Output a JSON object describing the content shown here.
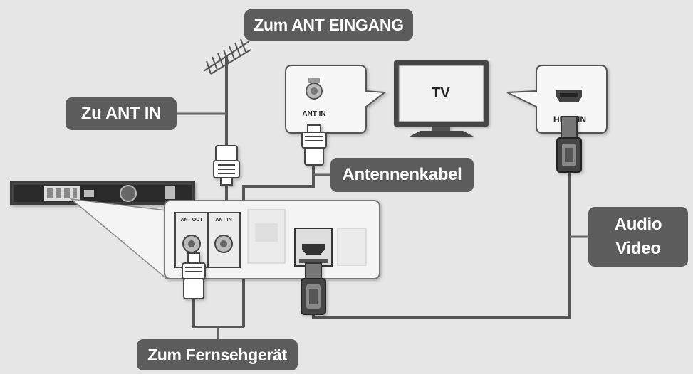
{
  "labels": {
    "ant_eingang": "Zum ANT EINGANG",
    "zu_ant_in": "Zu ANT IN",
    "antennenkabel": "Antennenkabel",
    "audio": "Audio",
    "video": "Video",
    "fernsehgeraet": "Zum Fernsehgerät"
  },
  "tv": {
    "label": "TV",
    "ant_in_label": "ANT IN",
    "hdmi_in_label": "HDMI IN"
  },
  "device_panel": {
    "ant_out_label": "ANT OUT",
    "ant_in_label": "ANT IN"
  },
  "colors": {
    "background": "#e6e6e6",
    "pill": "#5c5c5c",
    "pill_text": "#ffffff",
    "cable": "#555555",
    "panel": "#f4f4f4",
    "device": "#3a3a3a"
  },
  "icons": [
    "antenna-icon",
    "tv-icon",
    "hdmi-port-icon",
    "coax-connector-icon",
    "hdmi-connector-icon",
    "recorder-device-icon"
  ]
}
